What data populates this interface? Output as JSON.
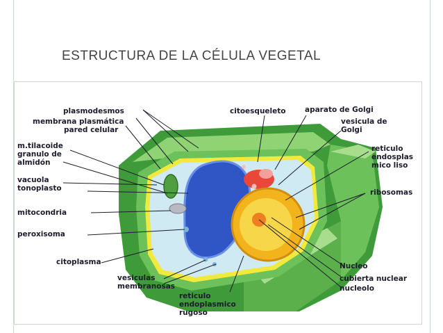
{
  "slide": {
    "title": "Estructura de la célula vegetal"
  },
  "labels": {
    "plasmodesmos": "plasmodesmos",
    "membrana_plasmatica": "membrana plasmática",
    "pared_celular": "pared celular",
    "tilacoide_almidon": "m.tilacoide\ngranulo de\nalmidón",
    "vacuola_tonoplasto": "vacuola\ntonoplasto",
    "mitocondria": "mitocondria",
    "peroxisoma": "peroxisoma",
    "citoplasma": "citoplasma",
    "vesiculas_membranosas": "vesiculas\nmembranosas",
    "reticulo_rugoso": "reticulo\nendoplasmico\nrugoso",
    "citoesqueleto": "citoesqueleto",
    "aparato_golgi": "aparato de Golgi",
    "vesicula_golgi": "vesicula de\nGolgi",
    "reticulo_liso": "reticulo\nendosplas\nmico liso",
    "ribosomas": "ribosomas",
    "nucleo": "Nucleo",
    "cubierta_nuclear": "cubierta nuclear",
    "nucleolo": "nucleolo"
  },
  "colors": {
    "cell_wall_dark": "#3f9a3a",
    "cell_wall_light": "#6cc15a",
    "cell_wall_pale": "#a9dd8e",
    "membrane": "#f1ea3c",
    "cytoplasm": "#cfeaf2",
    "vacuole": "#2f56c4",
    "nucleus_outer": "#f2b31c",
    "nucleus_inner": "#f7d64a",
    "golgi": "#e8473a",
    "leader_line": "#1c1c2c",
    "text": "#1c1c2c"
  }
}
